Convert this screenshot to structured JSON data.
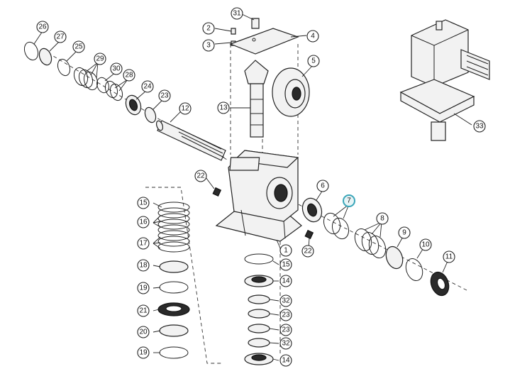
{
  "callouts": [
    {
      "id": "c26",
      "label": "26"
    },
    {
      "id": "c27",
      "label": "27"
    },
    {
      "id": "c25",
      "label": "25"
    },
    {
      "id": "c29",
      "label": "29"
    },
    {
      "id": "c30",
      "label": "30"
    },
    {
      "id": "c28",
      "label": "28"
    },
    {
      "id": "c24",
      "label": "24"
    },
    {
      "id": "c23a",
      "label": "23"
    },
    {
      "id": "c12",
      "label": "12"
    },
    {
      "id": "c31",
      "label": "31"
    },
    {
      "id": "c2",
      "label": "2"
    },
    {
      "id": "c3",
      "label": "3"
    },
    {
      "id": "c4",
      "label": "4"
    },
    {
      "id": "c5",
      "label": "5"
    },
    {
      "id": "c13",
      "label": "13"
    },
    {
      "id": "c33",
      "label": "33"
    },
    {
      "id": "c22a",
      "label": "22"
    },
    {
      "id": "c22b",
      "label": "22"
    },
    {
      "id": "c6",
      "label": "6"
    },
    {
      "id": "c7",
      "label": "7",
      "highlighted": true
    },
    {
      "id": "c8",
      "label": "8"
    },
    {
      "id": "c9",
      "label": "9"
    },
    {
      "id": "c10",
      "label": "10"
    },
    {
      "id": "c11",
      "label": "11"
    },
    {
      "id": "c1",
      "label": "1"
    },
    {
      "id": "c15a",
      "label": "15"
    },
    {
      "id": "c16",
      "label": "16"
    },
    {
      "id": "c17",
      "label": "17"
    },
    {
      "id": "c18",
      "label": "18"
    },
    {
      "id": "c19a",
      "label": "19"
    },
    {
      "id": "c21",
      "label": "21"
    },
    {
      "id": "c20",
      "label": "20"
    },
    {
      "id": "c19b",
      "label": "19"
    },
    {
      "id": "c15b",
      "label": "15"
    },
    {
      "id": "c14a",
      "label": "14"
    },
    {
      "id": "c32a",
      "label": "32"
    },
    {
      "id": "c23b",
      "label": "23"
    },
    {
      "id": "c23c",
      "label": "23"
    },
    {
      "id": "c32b",
      "label": "32"
    },
    {
      "id": "c14b",
      "label": "14"
    }
  ],
  "colors": {
    "highlight": "#3aa6b9",
    "line": "#222222",
    "part_fill": "#f2f2f2"
  }
}
